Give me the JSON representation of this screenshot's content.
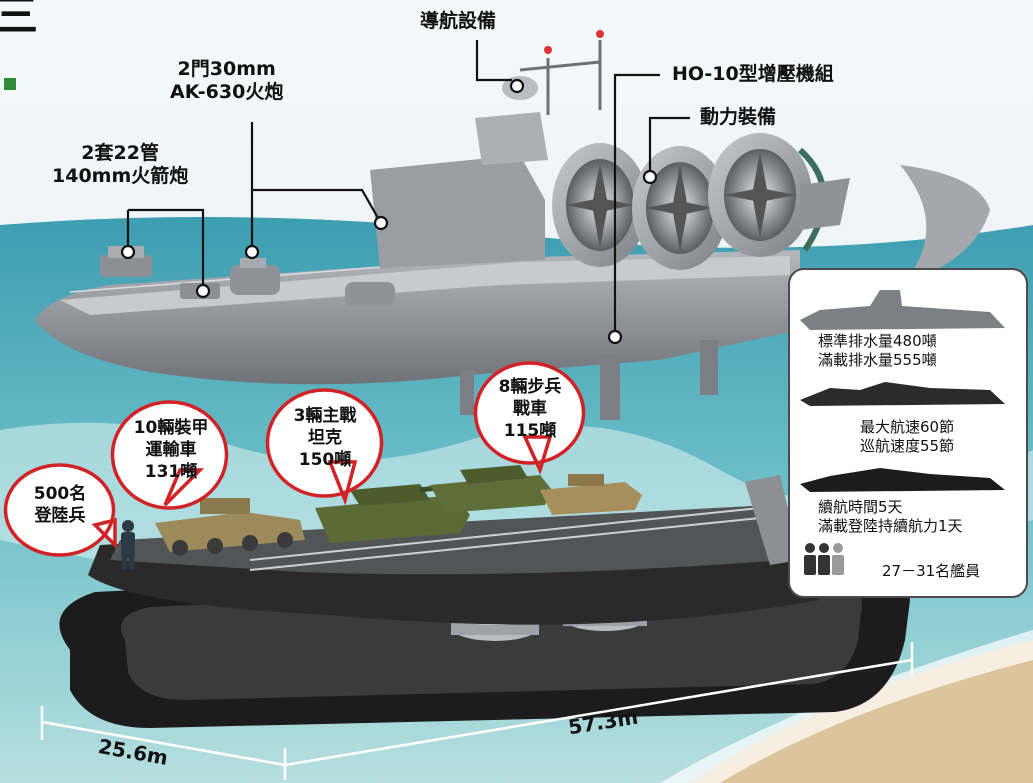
{
  "labels": {
    "navigation": "導航設備",
    "gun": [
      "2門30mm",
      "AK-630火炮"
    ],
    "supercharger": "HO-10型增壓機組",
    "power": "動力裝備",
    "rockets": [
      "2套22管",
      "140mm火箭炮"
    ]
  },
  "callouts": {
    "apc": [
      "10輛裝甲",
      "運輸車",
      "131噸"
    ],
    "tank": [
      "3輛主戰",
      "坦克",
      "150噸"
    ],
    "ifv": [
      "8輛步兵",
      "戰車",
      "115噸"
    ],
    "troops": [
      "500名",
      "登陸兵"
    ]
  },
  "specs": {
    "displacement": [
      "標準排水量480噸",
      "滿載排水量555噸"
    ],
    "speed": [
      "最大航速60節",
      "巡航速度55節"
    ],
    "endurance": [
      "續航時間5天",
      "滿載登陸持續航力1天"
    ],
    "crew": "27－31名艦員"
  },
  "dimensions": {
    "width": "25.6m",
    "length": "57.3m"
  },
  "colors": {
    "callout_border": "#d32226",
    "leader_line": "#111111",
    "hull": "#8f9397",
    "skirt": "#1c1c1c",
    "sea": "#4aa8b8",
    "sand": "#dcc59a"
  }
}
